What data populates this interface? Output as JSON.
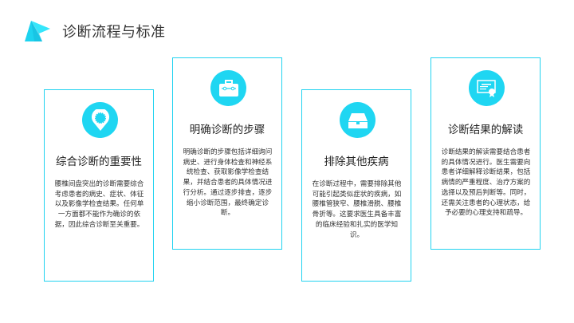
{
  "header": {
    "title": "诊断流程与标准",
    "logo_icon": "triangle-logo-icon"
  },
  "colors": {
    "accent": "#1fd6f2",
    "border": "#22d3f0"
  },
  "cards": [
    {
      "title": "综合诊断的重要性",
      "body": "腰椎间盘突出的诊断需要综合考虑患者的病史、症状、体征以及影像学检查结果。任何单一方面都不能作为确诊的依据，因此综合诊断至关重要。",
      "icon": "location-pin-icon"
    },
    {
      "title": "明确诊断的步骤",
      "body": "明确诊断的步骤包括详细询问病史、进行身体检查和神经系统检查、获取影像学检查结果，并结合患者的具体情况进行分析。通过逐步排查，逐步缩小诊断范围，最终确定诊断。",
      "icon": "briefcase-icon"
    },
    {
      "title": "排除其他疾病",
      "body": "在诊断过程中，需要排除其他可能引起类似症状的疾病，如腰椎管狭窄、腰椎滑脱、腰椎骨折等。这要求医生具备丰富的临床经验和扎实的医学知识。",
      "icon": "inbox-tray-icon"
    },
    {
      "title": "诊断结果的解读",
      "body": "诊断结果的解读需要结合患者的具体情况进行。医生需要向患者详细解释诊断结果，包括病情的严重程度、治疗方案的选择以及预后判断等。同时，还需关注患者的心理状态，给予必要的心理支持和疏导。",
      "icon": "certificate-icon"
    }
  ]
}
